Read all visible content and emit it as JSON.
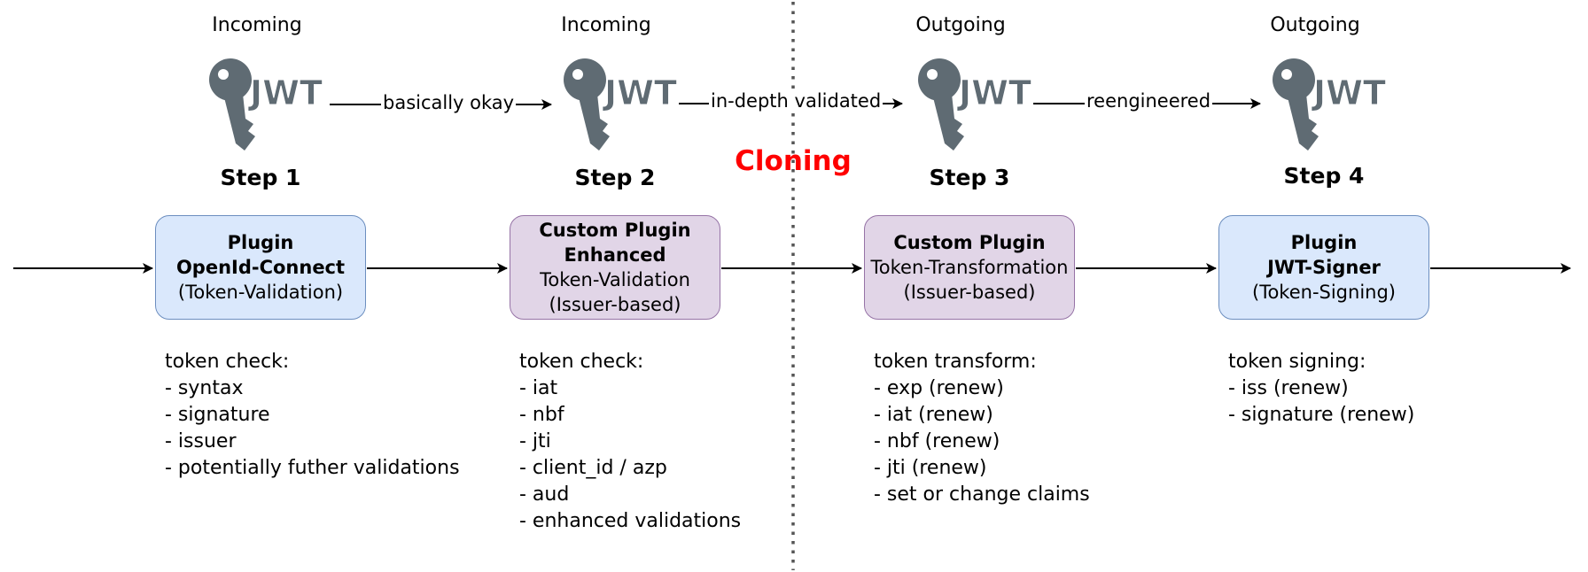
{
  "stages": [
    {
      "direction": "Incoming",
      "step": "Step 1",
      "box_lines": [
        "Plugin",
        "OpenId-Connect",
        "(Token-Validation)"
      ],
      "box_bold_lines": 2,
      "box_color": "#dae8fc",
      "list_title": "token check:",
      "list_items": [
        "- syntax",
        "- signature",
        "- issuer",
        "- potentially futher validations"
      ]
    },
    {
      "direction": "Incoming",
      "step": "Step 2",
      "box_lines": [
        "Custom Plugin",
        "Enhanced",
        "Token-Validation",
        "(Issuer-based)"
      ],
      "box_bold_lines": 2,
      "box_color": "#e1d5e7",
      "list_title": "token check:",
      "list_items": [
        "- iat",
        "- nbf",
        "- jti",
        "- client_id / azp",
        "- aud",
        "- enhanced validations"
      ]
    },
    {
      "direction": "Outgoing",
      "step": "Step 3",
      "box_lines": [
        "Custom Plugin",
        "Token-Transformation",
        "(Issuer-based)"
      ],
      "box_bold_lines": 1,
      "box_color": "#e1d5e7",
      "list_title": "token transform:",
      "list_items": [
        "- exp (renew)",
        "- iat (renew)",
        "- nbf (renew)",
        "- jti (renew)",
        "- set or change claims"
      ]
    },
    {
      "direction": "Outgoing",
      "step": "Step 4",
      "box_lines": [
        "Plugin",
        "JWT-Signer",
        "(Token-Signing)"
      ],
      "box_bold_lines": 2,
      "box_color": "#dae8fc",
      "list_title": "token signing:",
      "list_items": [
        "- iss (renew)",
        "- signature (renew)"
      ]
    }
  ],
  "edge_labels": [
    "basically okay",
    "in-depth validated",
    "reengineered"
  ],
  "divider_label": "Cloning",
  "icon": {
    "name": "jwt-key-icon",
    "text": "JWT",
    "color": "#5f6b73"
  },
  "colors": {
    "divider_label": "#ff0000",
    "blue_border": "#6c8ebf",
    "purple_border": "#9673a6"
  }
}
